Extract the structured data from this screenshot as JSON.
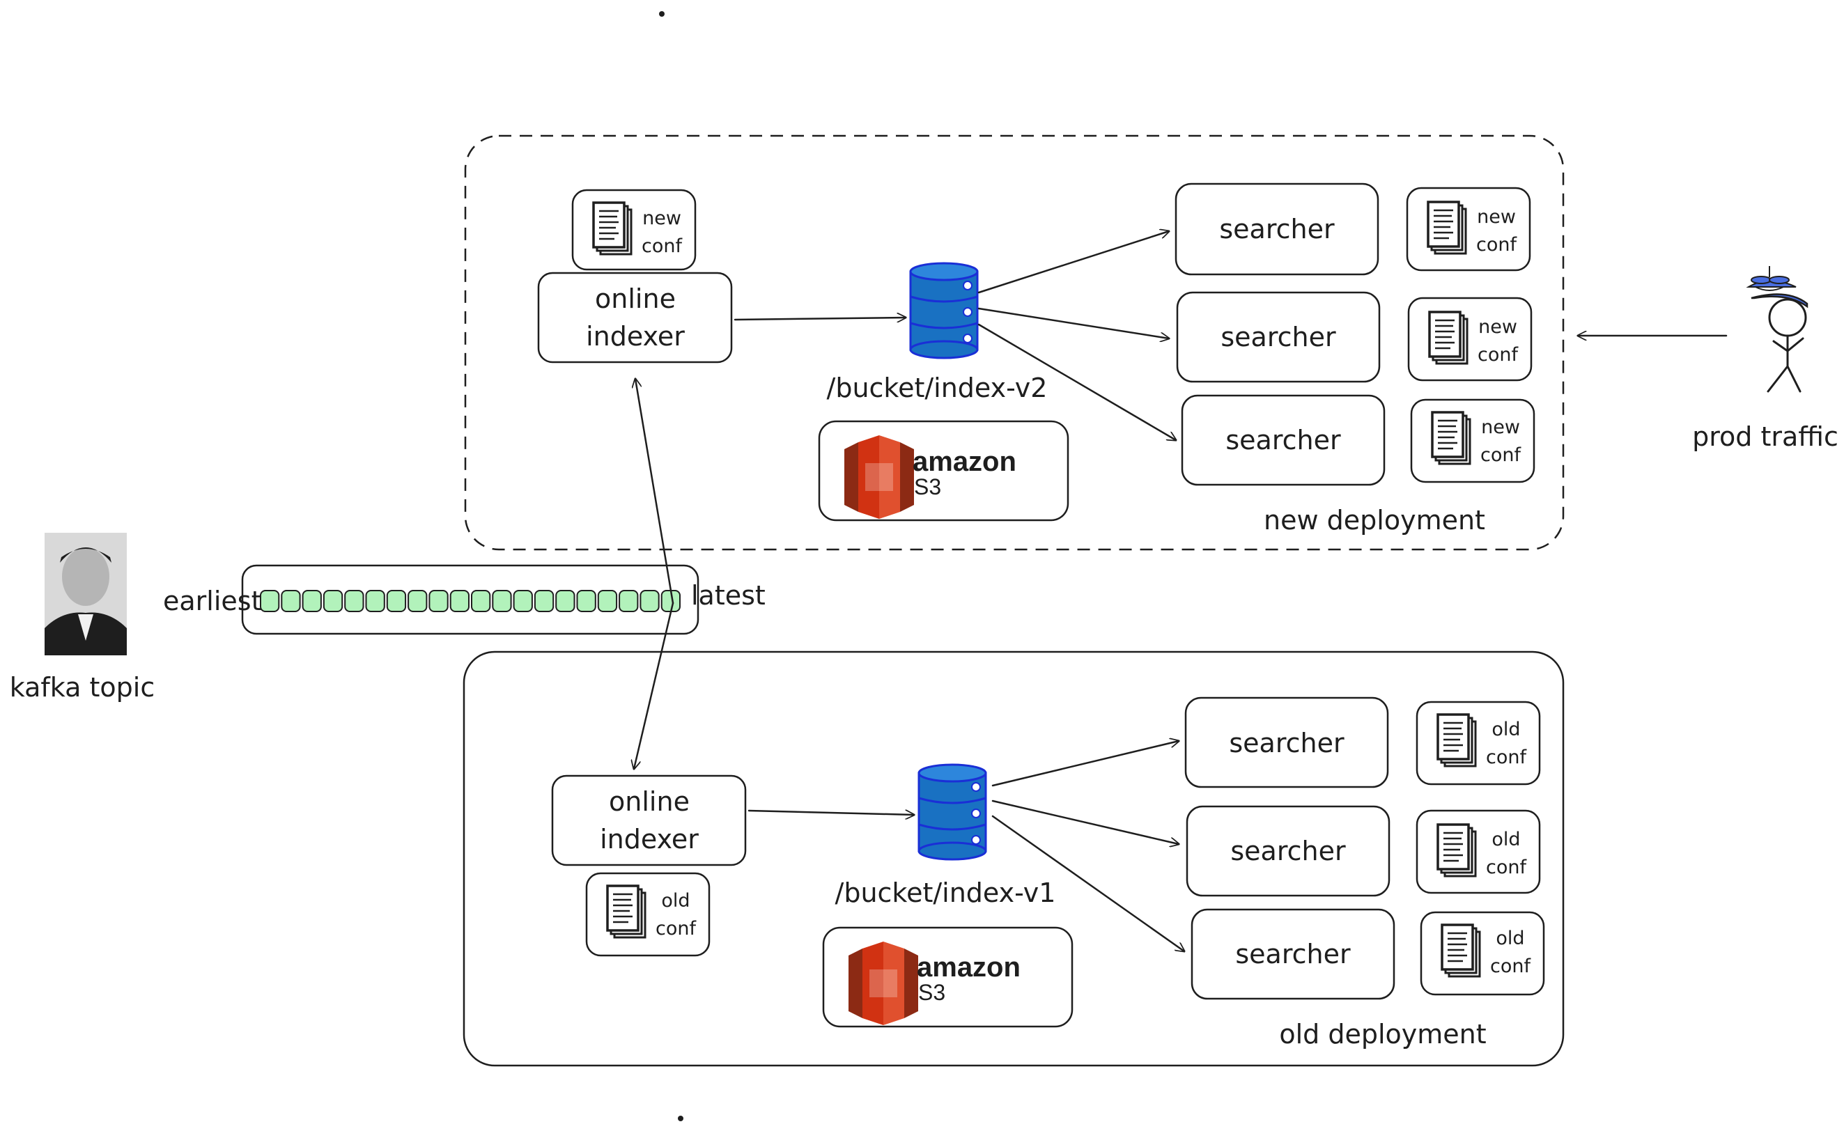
{
  "kafka": {
    "label": "kafka topic",
    "earliest_label": "earliest",
    "latest_label": "latest",
    "message_count": 20,
    "message_color": "#b2f2bb",
    "portrait_icon": "person-portrait-photo"
  },
  "new_deployment": {
    "label": "new deployment",
    "border_style": "dashed",
    "indexer_line1": "online",
    "indexer_line2": "indexer",
    "indexer_conf_line1": "new",
    "indexer_conf_line2": "conf",
    "bucket_label": "/bucket/index-v2",
    "s3_brand": "amazon",
    "s3_product": "S3",
    "searchers": [
      {
        "label": "searcher",
        "conf_line1": "new",
        "conf_line2": "conf"
      },
      {
        "label": "searcher",
        "conf_line1": "new",
        "conf_line2": "conf"
      },
      {
        "label": "searcher",
        "conf_line1": "new",
        "conf_line2": "conf"
      }
    ]
  },
  "old_deployment": {
    "label": "old deployment",
    "border_style": "solid",
    "indexer_line1": "online",
    "indexer_line2": "indexer",
    "indexer_conf_line1": "old",
    "indexer_conf_line2": "conf",
    "bucket_label": "/bucket/index-v1",
    "s3_brand": "amazon",
    "s3_product": "S3",
    "searchers": [
      {
        "label": "searcher",
        "conf_line1": "old",
        "conf_line2": "conf"
      },
      {
        "label": "searcher",
        "conf_line1": "old",
        "conf_line2": "conf"
      },
      {
        "label": "searcher",
        "conf_line1": "old",
        "conf_line2": "conf"
      }
    ]
  },
  "traffic": {
    "label": "prod traffic",
    "icon": "stick-figure-propeller-hat-icon"
  },
  "colors": {
    "database_blue": "#1971c2",
    "database_stroke": "#1a2fd6",
    "s3_red": "#d13212",
    "hat_blue": "#4a6ee0",
    "ink": "#1e1e1e"
  }
}
